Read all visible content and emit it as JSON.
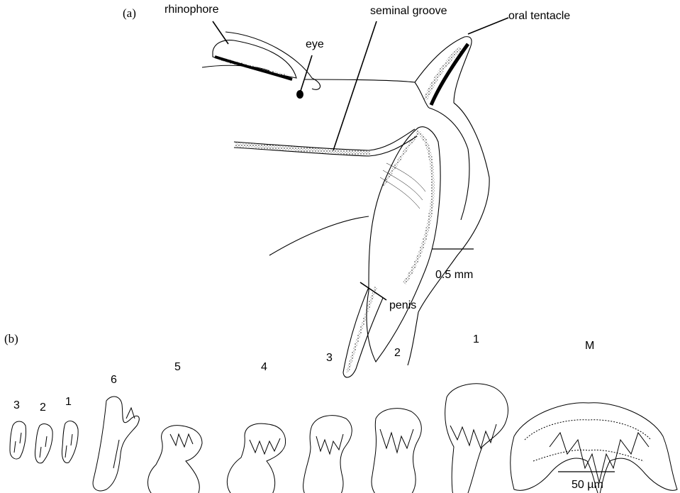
{
  "panels": {
    "a": "(a)",
    "b": "(b)"
  },
  "labels_a": {
    "rhinophore": "rhinophore",
    "eye": "eye",
    "seminal_groove": "seminal groove",
    "oral_tentacle": "oral tentacle",
    "penis": "penis",
    "scale": "0.5 mm"
  },
  "labels_b": {
    "lateral_outer": [
      "3",
      "2",
      "1"
    ],
    "lateral_inner": [
      "6",
      "5",
      "4",
      "3",
      "2",
      "1"
    ],
    "median": "M",
    "scale": "50 µm"
  }
}
